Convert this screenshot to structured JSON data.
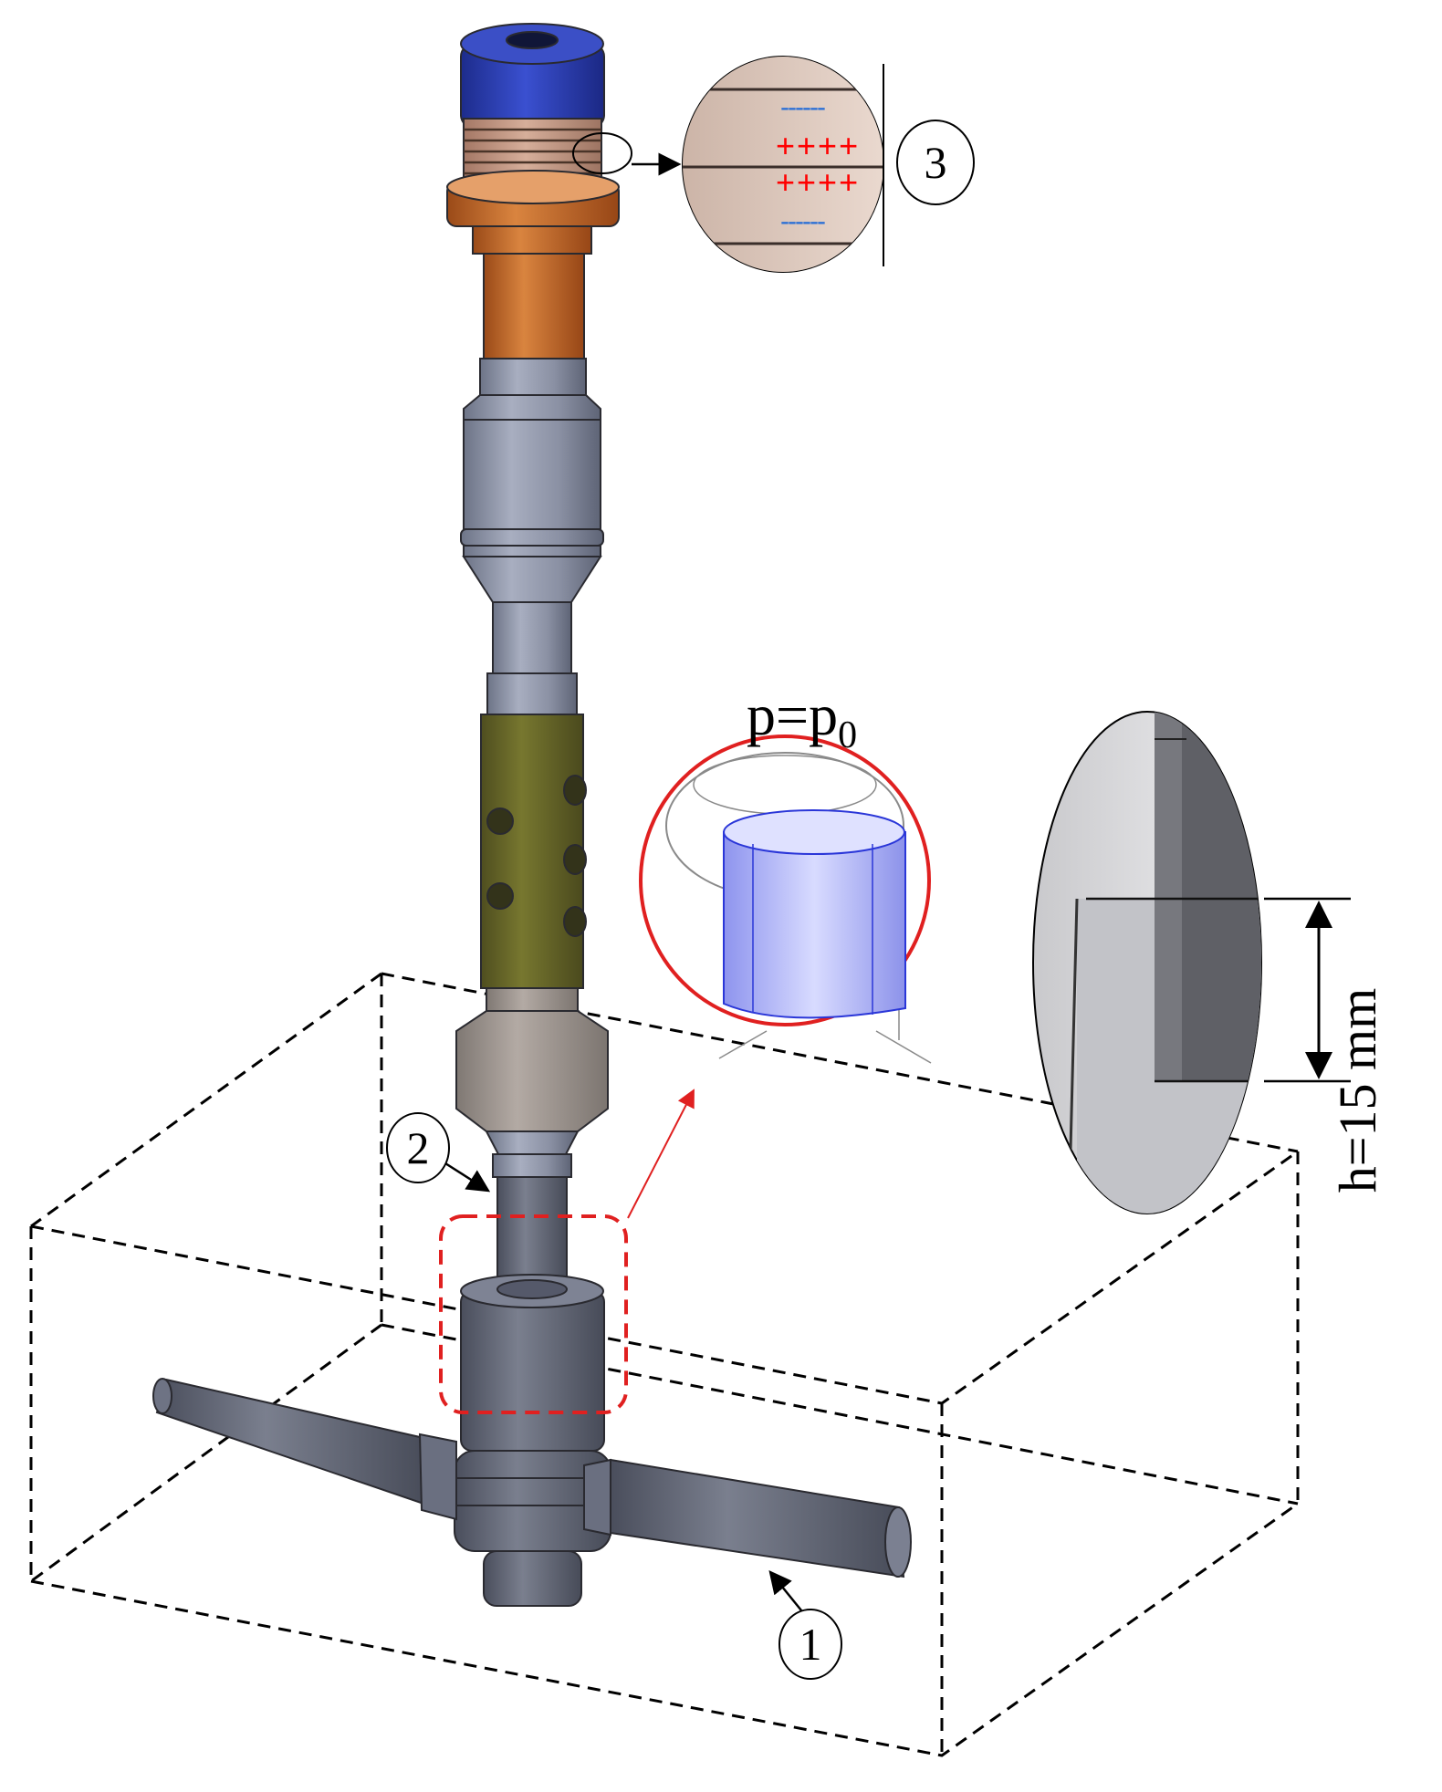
{
  "labels": {
    "callout_1": "1",
    "callout_2": "2",
    "callout_3": "3",
    "pressure_lhs": "p=p",
    "pressure_sub": "0",
    "height": "h=15 mm",
    "plus_signs": "++++",
    "minus_signs": "------"
  },
  "colors": {
    "cap_blue": "#2b3fb8",
    "coil_copper": "#c69a86",
    "flange_orange": "#c8682a",
    "shaft_steel": "#8b93a6",
    "sleeve_olive": "#6b6a2c",
    "horn_grey": "#9e9590",
    "dark_steel": "#5c6070",
    "highlight_red": "#e02020",
    "cylinder_blue": "#a9aef5",
    "plus_red": "#ff0000",
    "minus_blue": "#2a6fd6"
  }
}
